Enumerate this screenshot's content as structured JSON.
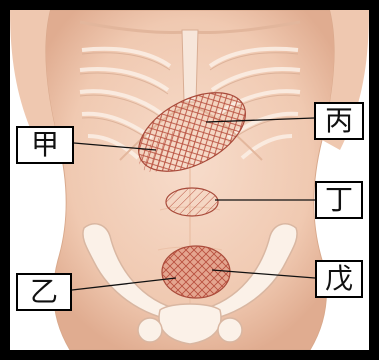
{
  "labels": {
    "jia": "甲",
    "bing": "丙",
    "ding": "丁",
    "yi": "乙",
    "wu": "戊"
  },
  "colors": {
    "skin": "#f3d2bc",
    "skin_shadow": "#e4b69c",
    "bone": "#fbf1e8",
    "bone_edge": "#d9b7a2",
    "hatch": "#c25a4a",
    "line": "#111111"
  }
}
